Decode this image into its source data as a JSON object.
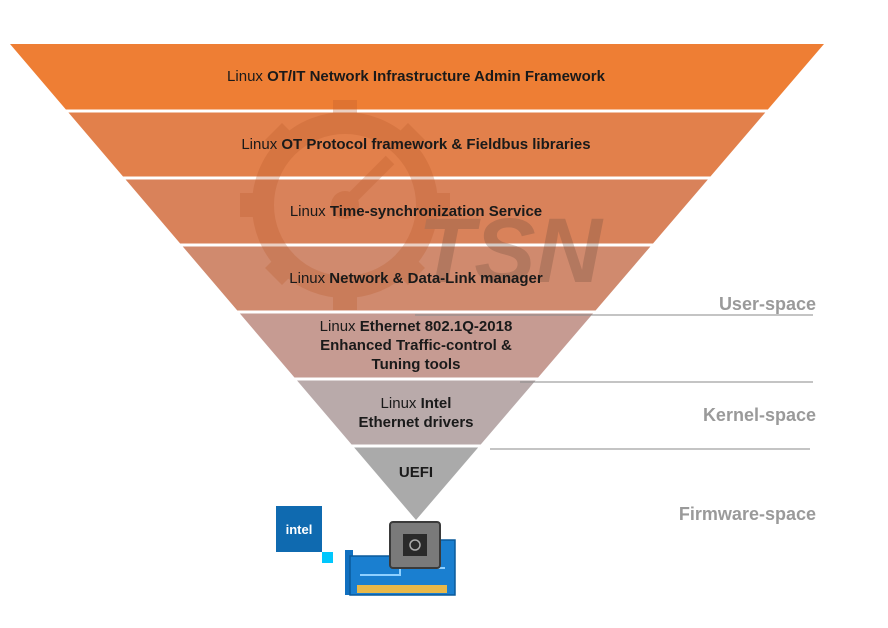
{
  "layers": [
    {
      "prefix": "Linux",
      "main_lines": [
        "OT/IT Network Infrastructure Admin Framework"
      ],
      "color": "#EE7E34"
    },
    {
      "prefix": "Linux",
      "main_lines": [
        "OT Protocol framework & Fieldbus libraries"
      ],
      "color": "#E2804B"
    },
    {
      "prefix": "Linux",
      "main_lines": [
        "Time-synchronization Service"
      ],
      "color": "#D9825A"
    },
    {
      "prefix": "Linux",
      "main_lines": [
        "Network & Data-Link manager"
      ],
      "color": "#D08A6E"
    },
    {
      "prefix": "Linux",
      "main_lines": [
        "Ethernet 802.1Q-2018",
        "Enhanced Traffic-control &",
        "Tuning tools"
      ],
      "color": "#C69B92"
    },
    {
      "prefix": "Linux",
      "main_lines": [
        "Intel",
        "Ethernet drivers"
      ],
      "color": "#B9AAAA"
    },
    {
      "prefix": "",
      "main_lines": [
        "UEFI"
      ],
      "color": "#AAAAAA"
    }
  ],
  "space_labels": {
    "user": "User-space",
    "kernel": "Kernel-space",
    "firmware": "Firmware-space"
  },
  "watermark_text": "TSN",
  "intel_logo_text": "intel"
}
